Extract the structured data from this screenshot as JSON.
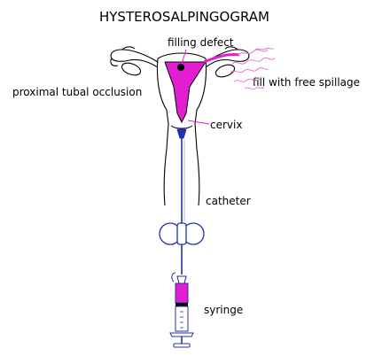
{
  "title": "HYSTEROSALPINGOGRAM",
  "labels": {
    "filling_defect": "filling defect",
    "proximal_tubal_occlusion": "proximal tubal occlusion",
    "fill_with_free_spillage": "fill with free spillage",
    "cervix": "cervix",
    "catheter": "catheter",
    "syringe": "syringe"
  },
  "colors": {
    "contrast": "#e21fd0",
    "catheter": "#2233aa",
    "spillage": "#e86bd9",
    "outline": "#000000"
  }
}
